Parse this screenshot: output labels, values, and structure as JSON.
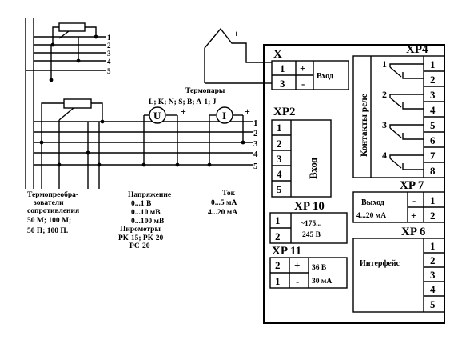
{
  "connectors": {
    "x": {
      "title": "X",
      "pins": [
        "1",
        "3"
      ],
      "polarity": [
        "+",
        "-"
      ],
      "signal": "Вход"
    },
    "xp2": {
      "title": "XP2",
      "pins": [
        "1",
        "2",
        "3",
        "4",
        "5"
      ],
      "signal": "Вход"
    },
    "xp4": {
      "title": "XP4",
      "pins": [
        "1",
        "2",
        "3",
        "4",
        "5",
        "6",
        "7",
        "8"
      ],
      "relay_numbers": [
        "1",
        "2",
        "3",
        "4"
      ],
      "group_label": "Контакты реле"
    },
    "xp7": {
      "title": "XP 7",
      "polarity": [
        "-",
        "+"
      ],
      "pins": [
        "1",
        "2"
      ],
      "label_line1": "Выход",
      "label_line2": "4...20 мА"
    },
    "xp6": {
      "title": "XP 6",
      "pins": [
        "1",
        "2",
        "3",
        "4",
        "5"
      ],
      "label": "Интерфейс"
    },
    "xp10": {
      "title": "XP 10",
      "pins": [
        "1",
        "2"
      ],
      "label_line1": "~175...",
      "label_line2": "245 В"
    },
    "xp11": {
      "title": "XP 11",
      "pins": [
        "2",
        "1"
      ],
      "polarity": [
        "+",
        "-"
      ],
      "label_line1": "36 В",
      "label_line2": "30 мА"
    }
  },
  "sensors": {
    "top_rtd_pins": [
      "1",
      "2",
      "3",
      "4",
      "5"
    ],
    "bottom_rtd_pins": [
      "1",
      "2",
      "3",
      "4",
      "5"
    ],
    "thermocouple_plus": "+",
    "u_meter": "U",
    "i_meter": "I",
    "plus_sign": "+"
  },
  "labels": {
    "thermocouples": "Термопары",
    "thermocouple_types": "L; K; N; S; B; A-1; J",
    "rtd_line1": "Термопреобра-",
    "rtd_line2": "зователи",
    "rtd_line3": "сопротивления",
    "rtd_line4": "50 М; 100 М;",
    "rtd_line5": "50 П; 100 П.",
    "voltage_line1": "Напряжение",
    "voltage_line2": "0...1 В",
    "voltage_line3": "0...10 мВ",
    "voltage_line4": "0...100 мВ",
    "voltage_line5": "Пирометры",
    "voltage_line6": "РК-15; РК-20",
    "voltage_line7": "РС-20",
    "current_line1": "Ток",
    "current_line2": "0...5 мА",
    "current_line3": "4...20 мА"
  }
}
